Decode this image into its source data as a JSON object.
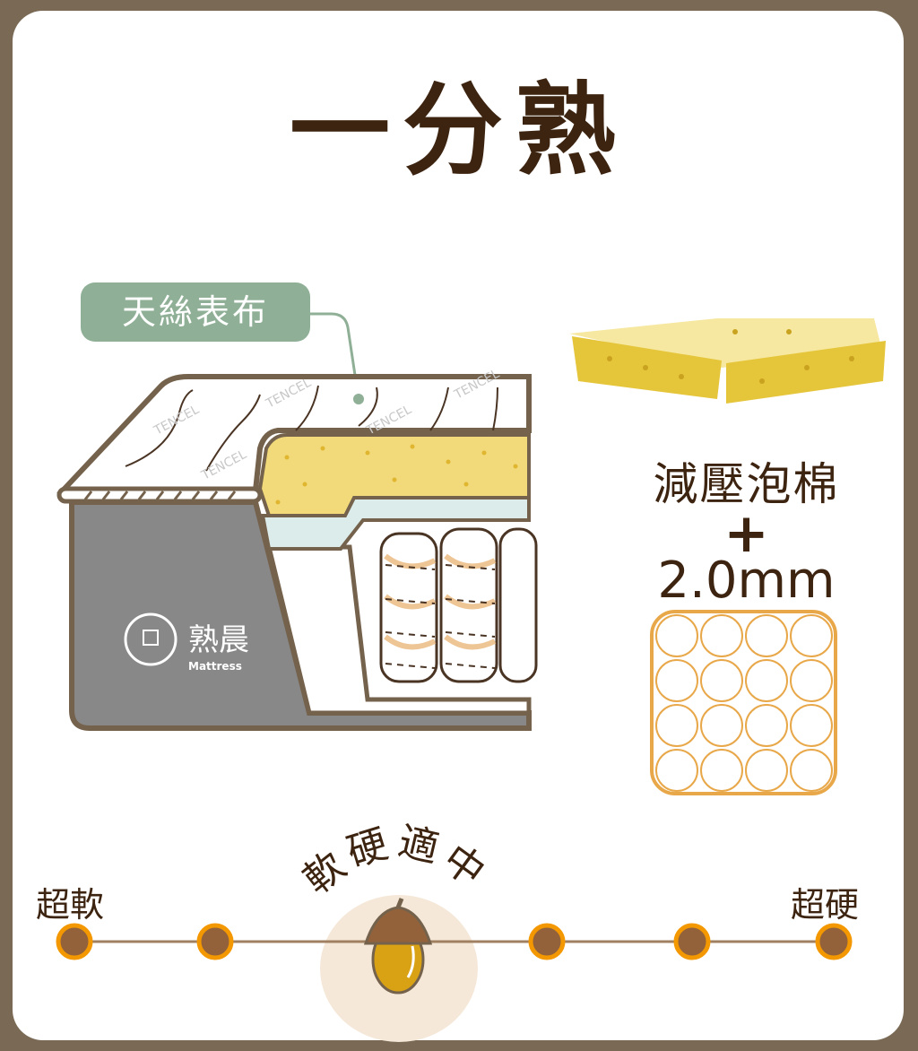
{
  "title": "一分熟",
  "fabric_label": "天絲表布",
  "fabric_watermark": "TENCEL",
  "brand": {
    "name": "熟晨",
    "sub": "Mattress"
  },
  "foam": {
    "label": "減壓泡棉",
    "plus": "+",
    "spec": "2.0mm"
  },
  "firmness": {
    "left_label": "超軟",
    "right_label": "超硬",
    "current_label": "軟硬適中",
    "levels": 6,
    "selected_index": 2
  },
  "colors": {
    "title": "#3d2410",
    "pill": "#8fb096",
    "dot_ring": "#f39800",
    "dot_fill": "#94623a",
    "border": "#7a6a55"
  }
}
